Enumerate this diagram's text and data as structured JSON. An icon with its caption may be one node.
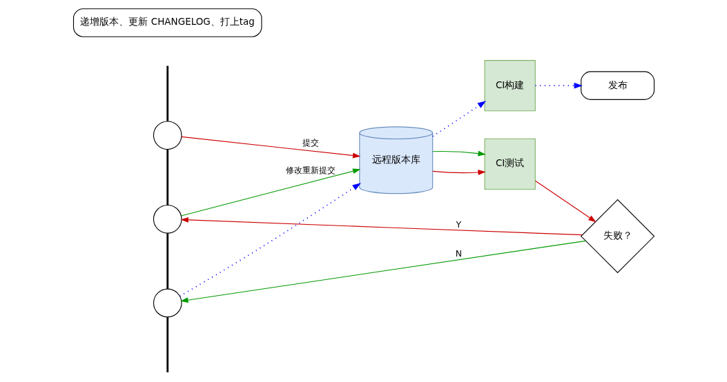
{
  "diagram": {
    "nodes": [
      {
        "text": [],
        "shape": "circle"
      },
      {
        "text": [],
        "shape": "circle"
      },
      {
        "text": [],
        "shape": "circle"
      },
      {
        "text": [
          "远程版本库"
        ]
      },
      {
        "text": [
          "CI测试"
        ]
      },
      {
        "text": [
          "失败？"
        ]
      },
      {
        "text": [
          "CI构建"
        ]
      },
      {
        "text": [
          "发布"
        ]
      },
      {
        "text": [
          "递增版本、更新 CHANGELOG、打上tag"
        ]
      }
    ],
    "edges": [
      {
        "from": null,
        "to": 0,
        "arrow": "none",
        "style": "thick",
        "color": "#000000"
      },
      {
        "from": 0,
        "to": 1,
        "arrow": "none",
        "style": "thick",
        "color": "#000000"
      },
      {
        "from": 1,
        "to": 2,
        "arrow": "none",
        "style": "thick",
        "color": "#000000"
      },
      {
        "from": 2,
        "to": null,
        "arrow": "none",
        "style": "thick",
        "color": "#000000"
      },
      {
        "from": 0,
        "to": 3,
        "arrow": "to",
        "label": "提交",
        "color": "#cc0000"
      },
      {
        "from": 1,
        "to": 3,
        "arrow": "to",
        "label": "修改重新提交",
        "color": "#009900"
      },
      {
        "from": 3,
        "to": 4,
        "arrow": "to",
        "color": "#cc0000"
      },
      {
        "from": 3,
        "to": 4,
        "arrow": "to",
        "color": "#009900"
      },
      {
        "from": 4,
        "to": 5,
        "arrow": "to",
        "color": "#cc0000"
      },
      {
        "from": 5,
        "to": 1,
        "arrow": "to",
        "label": "Y",
        "color": "#cc0000"
      },
      {
        "from": 5,
        "to": 2,
        "arrow": "to",
        "label": "N",
        "color": "#009900"
      },
      {
        "from": 2,
        "to": 3,
        "arrow": "to",
        "style": "dashed",
        "color": "#0000ff"
      },
      {
        "from": 3,
        "to": 6,
        "arrow": "to",
        "style": "dashed",
        "color": "#0000ff"
      },
      {
        "from": 6,
        "to": 7,
        "arrow": "to",
        "style": "dashed",
        "color": "#0000ff"
      }
    ]
  }
}
